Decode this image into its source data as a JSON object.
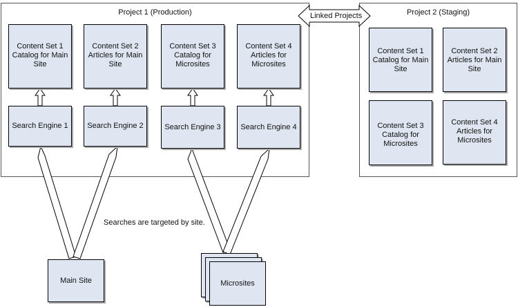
{
  "project1": {
    "title": "Project 1 (Production)",
    "content_sets": [
      "Content Set 1\nCatalog for Main\nSite",
      "Content Set 2\nArticles for Main\nSite",
      "Content Set 3\nCatalog for\nMicrosites",
      "Content Set 4\nArticles for\nMicrosites"
    ],
    "search_engines": [
      "Search Engine 1",
      "Search Engine 2",
      "Search Engine 3",
      "Search Engine 4"
    ]
  },
  "project2": {
    "title": "Project 2 (Staging)",
    "content_sets": [
      "Content Set 1\nCatalog for Main\nSite",
      "Content Set 2\nArticles for Main\nSite",
      "Content Set 3\nCatalog for\nMicrosites",
      "Content Set 4\nArticles for\nMicrosites"
    ]
  },
  "linked_label": "Linked Projects",
  "search_caption": "Searches are targeted by site.",
  "sources": {
    "main_site": "Main Site",
    "microsites": "Microsites"
  },
  "colors": {
    "box_fill": "#dfe6f1",
    "border": "#000000",
    "shadow": "#a9a9a9"
  }
}
